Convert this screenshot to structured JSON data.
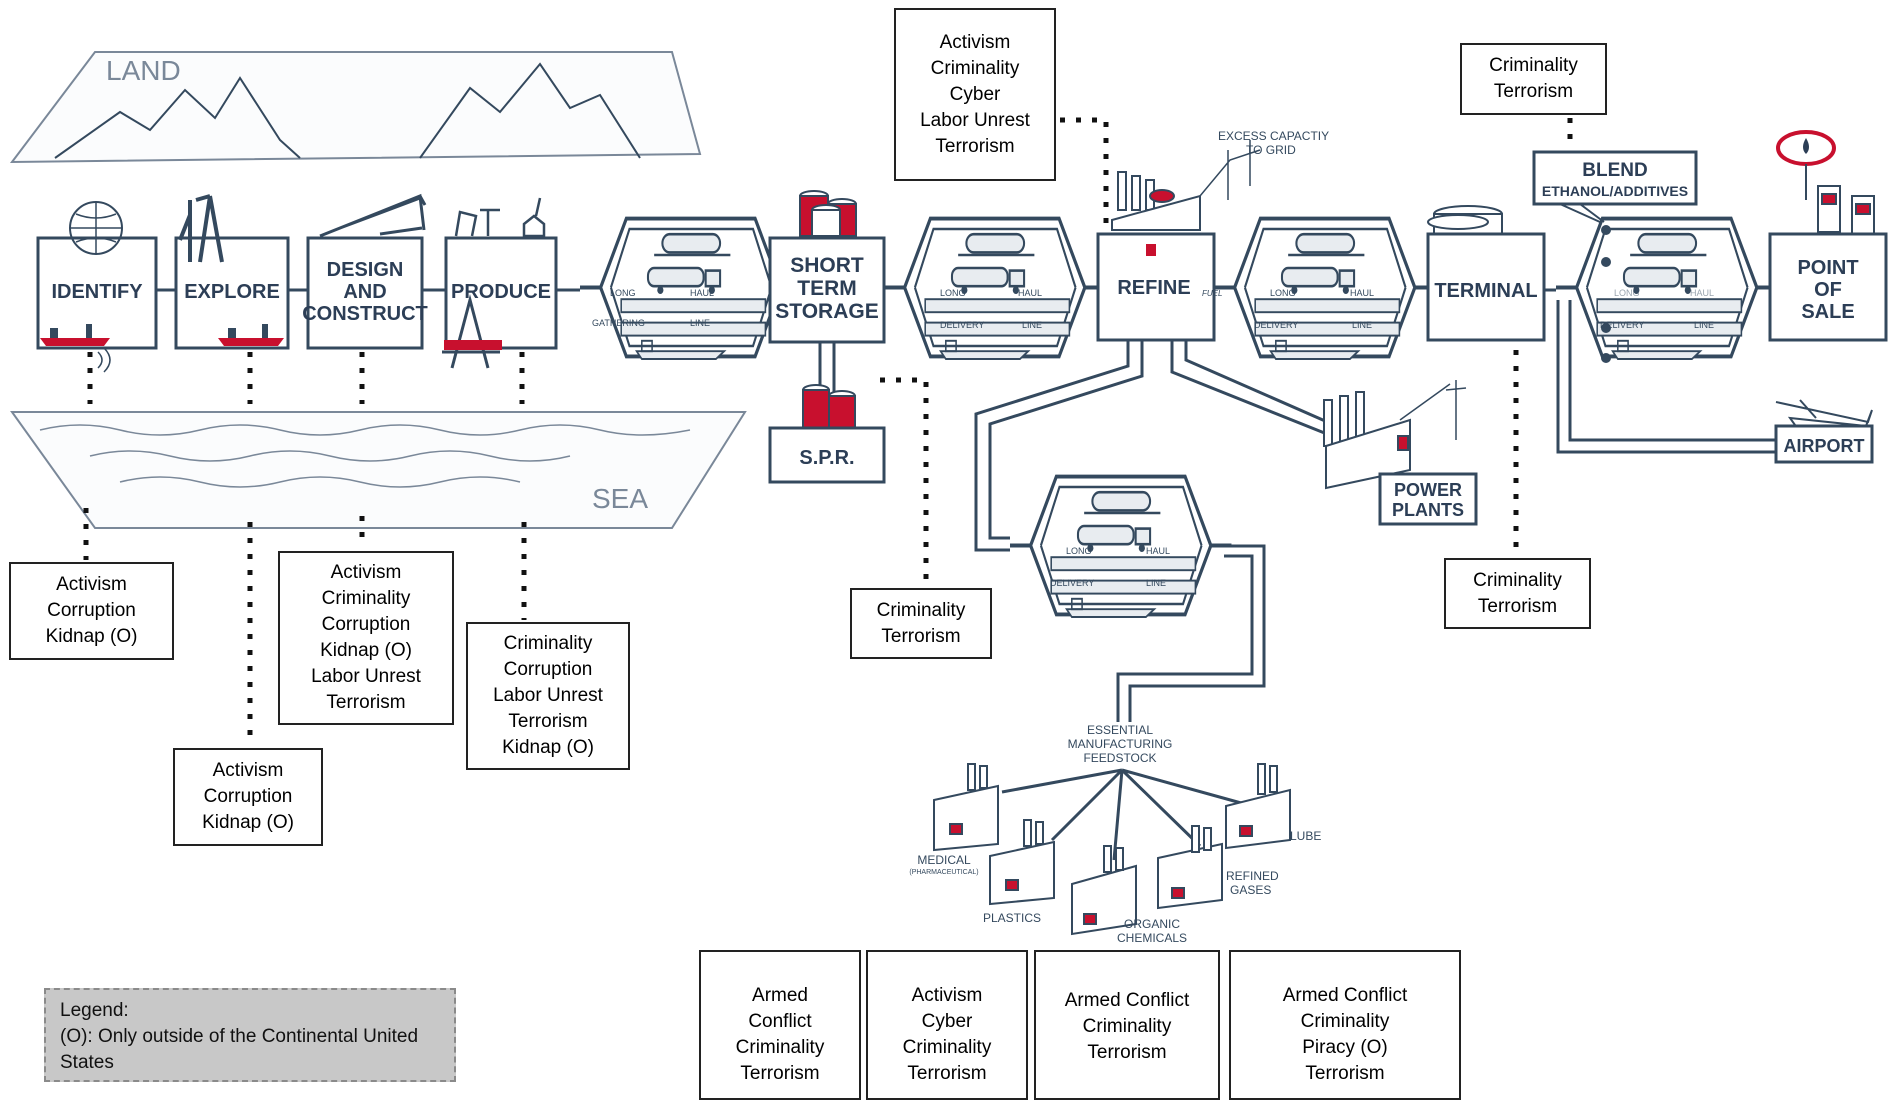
{
  "scene": {
    "land": "LAND",
    "sea": "SEA"
  },
  "stages": {
    "identify": "IDENTIFY",
    "explore": "EXPLORE",
    "design": [
      "DESIGN",
      "AND",
      "CONSTRUCT"
    ],
    "produce": "PRODUCE",
    "short_term_storage": [
      "SHORT",
      "TERM",
      "STORAGE"
    ],
    "spr": "S.P.R.",
    "refine": "REFINE",
    "terminal": "TERMINAL",
    "point_of_sale": [
      "POINT",
      "OF",
      "SALE"
    ],
    "blend": [
      "BLEND",
      "ETHANOL/ADDITIVES"
    ],
    "power_plants": [
      "POWER",
      "PLANTS"
    ],
    "airport": "AIRPORT"
  },
  "transport_labels": {
    "long": "LONG",
    "haul": "HAUL",
    "gathering": "GATHERING",
    "delivery": "DELIVERY",
    "line": "LINE",
    "fuel": "FUEL"
  },
  "excess_capacity": [
    "EXCESS CAPACTIY",
    "TO GRID"
  ],
  "feedstock": {
    "title": [
      "ESSENTIAL",
      "MANUFACTURING",
      "FEEDSTOCK"
    ],
    "medical": [
      "MEDICAL",
      "(PHARMACEUTICAL)"
    ],
    "plastics": "PLASTICS",
    "organic": [
      "ORGANIC",
      "CHEMICALS"
    ],
    "refined": [
      "REFINED",
      "GASES"
    ],
    "lube": "LUBE"
  },
  "risk_boxes": {
    "identify": [
      "Activism",
      "Corruption",
      "Kidnap (O)"
    ],
    "explore": [
      "Activism",
      "Corruption",
      "Kidnap (O)"
    ],
    "design": [
      "Activism",
      "Criminality",
      "Corruption",
      "Kidnap (O)",
      "Labor Unrest",
      "Terrorism"
    ],
    "produce": [
      "Criminality",
      "Corruption",
      "Labor Unrest",
      "Terrorism",
      "Kidnap (O)"
    ],
    "storage": [
      "Criminality",
      "Terrorism"
    ],
    "refine": [
      "Activism",
      "Criminality",
      "Cyber",
      "Labor Unrest",
      "Terrorism"
    ],
    "blend": [
      "Criminality",
      "Terrorism"
    ],
    "terminal": [
      "Criminality",
      "Terrorism"
    ],
    "rail": [
      "Armed",
      "Conflict",
      "Criminality",
      "Terrorism"
    ],
    "pipeline": [
      "Activism",
      "Cyber",
      "Criminality",
      "Terrorism"
    ],
    "truck": [
      "Armed Conflict",
      "Criminality",
      "Terrorism"
    ],
    "ship": [
      "Armed Conflict",
      "Criminality",
      "Piracy (O)",
      "Terrorism"
    ]
  },
  "legend": {
    "title": "Legend:",
    "text": "(O): Only outside of the Continental United States"
  },
  "colors": {
    "line": "#34495e",
    "accent_red": "#c8102e",
    "legend_bg": "#c8c8c8"
  }
}
